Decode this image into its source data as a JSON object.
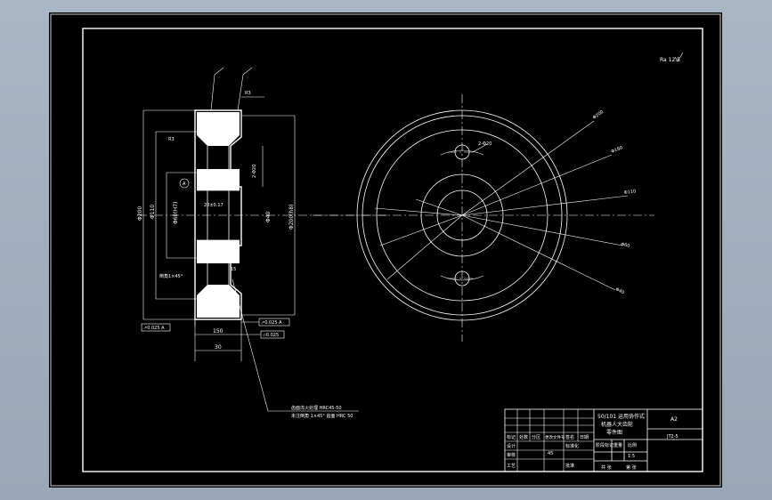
{
  "colors": {
    "background": "#9aa7b8",
    "sheet": "#000000",
    "lines": "#ffffff"
  },
  "roughness": "Ra 12.5",
  "side_dims": {
    "dia_outer": "Φ200",
    "dia_mid": "Φ110",
    "dia_bore": "Φ60(H7)",
    "dia_hub": "Φ40",
    "dia_rim": "Φ200(h8)",
    "hub_len": "20±0.17",
    "slot_r": "R3",
    "hole_d": "2-Φ20",
    "chamfer_w": "15",
    "width_150": "150",
    "width_30": "30",
    "chamfer_note": "倒角1×45°"
  },
  "tolerances": {
    "runout_left": "↗0.025 A",
    "runout_right": "↗0.025 A",
    "flatness": "⏥0.025",
    "datum": "A"
  },
  "leader_notes": {
    "line1": "齿面淬火处理 HRC45-50",
    "line2": "未注倒角 1×45° 齿面 HRC 50"
  },
  "front_dims": {
    "d1": "Φ200",
    "d2": "Φ180",
    "d3": "Φ110",
    "d4": "Φ60",
    "d5": "Φ40",
    "hole": "2-Φ20"
  },
  "title_block": {
    "title_line1": "50/101 运用协作式",
    "title_line2": "机器人大齿轮",
    "title_line3": "零件图",
    "sheet_size": "A2",
    "drawing_no": "JT2-5",
    "stage_label": "阶段标记",
    "weight_label": "重量",
    "scale_label": "比例",
    "scale_value": "1:5",
    "sheet_count": "共 张",
    "sheet_index": "第 张",
    "material": "45",
    "row_labels": [
      "标记",
      "设计",
      "审核",
      "工艺"
    ],
    "col_labels": [
      "处数",
      "分区",
      "更改文件号",
      "签名",
      "日期"
    ],
    "std_label": "标准化",
    "approve_label": "批准"
  }
}
